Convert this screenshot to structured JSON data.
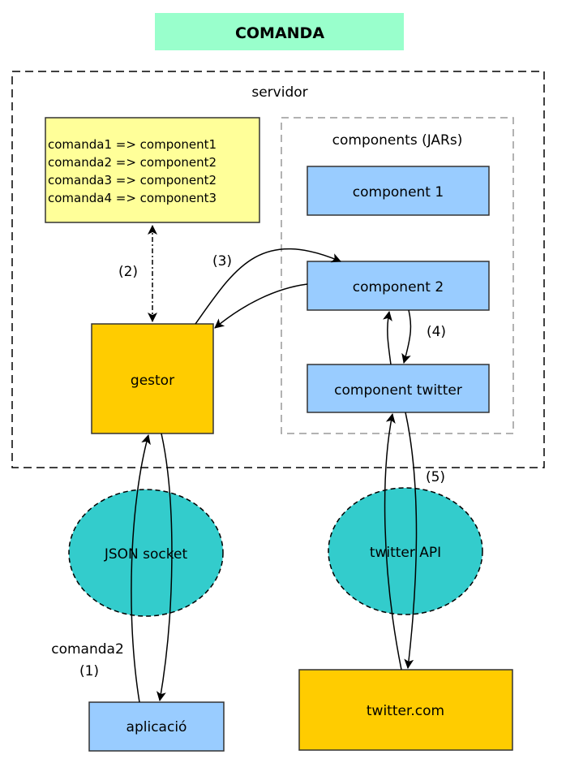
{
  "title": "COMANDA",
  "colors": {
    "title_bg": "#99ffcc",
    "mapping_bg": "#ffff99",
    "component_bg": "#99ccff",
    "orange_bg": "#ffcc00",
    "ellipse_bg": "#33cccc",
    "dashed_gray": "#999999"
  },
  "server": {
    "label": "servidor",
    "mapping_table": [
      "comanda1 => component1",
      "comanda2 => component2",
      "comanda3 => component2",
      "comanda4 => component3"
    ],
    "gestor_label": "gestor",
    "components_group": {
      "label": "components (JARs)",
      "items": [
        "component 1",
        "component 2",
        "component twitter"
      ]
    }
  },
  "external": {
    "json_socket": "JSON socket",
    "twitter_api": "twitter API",
    "aplicacio": "aplicació",
    "twitter_com": "twitter.com"
  },
  "steps": {
    "s1_cmd": "comanda2",
    "s1": "(1)",
    "s2": "(2)",
    "s3": "(3)",
    "s4": "(4)",
    "s5": "(5)"
  }
}
